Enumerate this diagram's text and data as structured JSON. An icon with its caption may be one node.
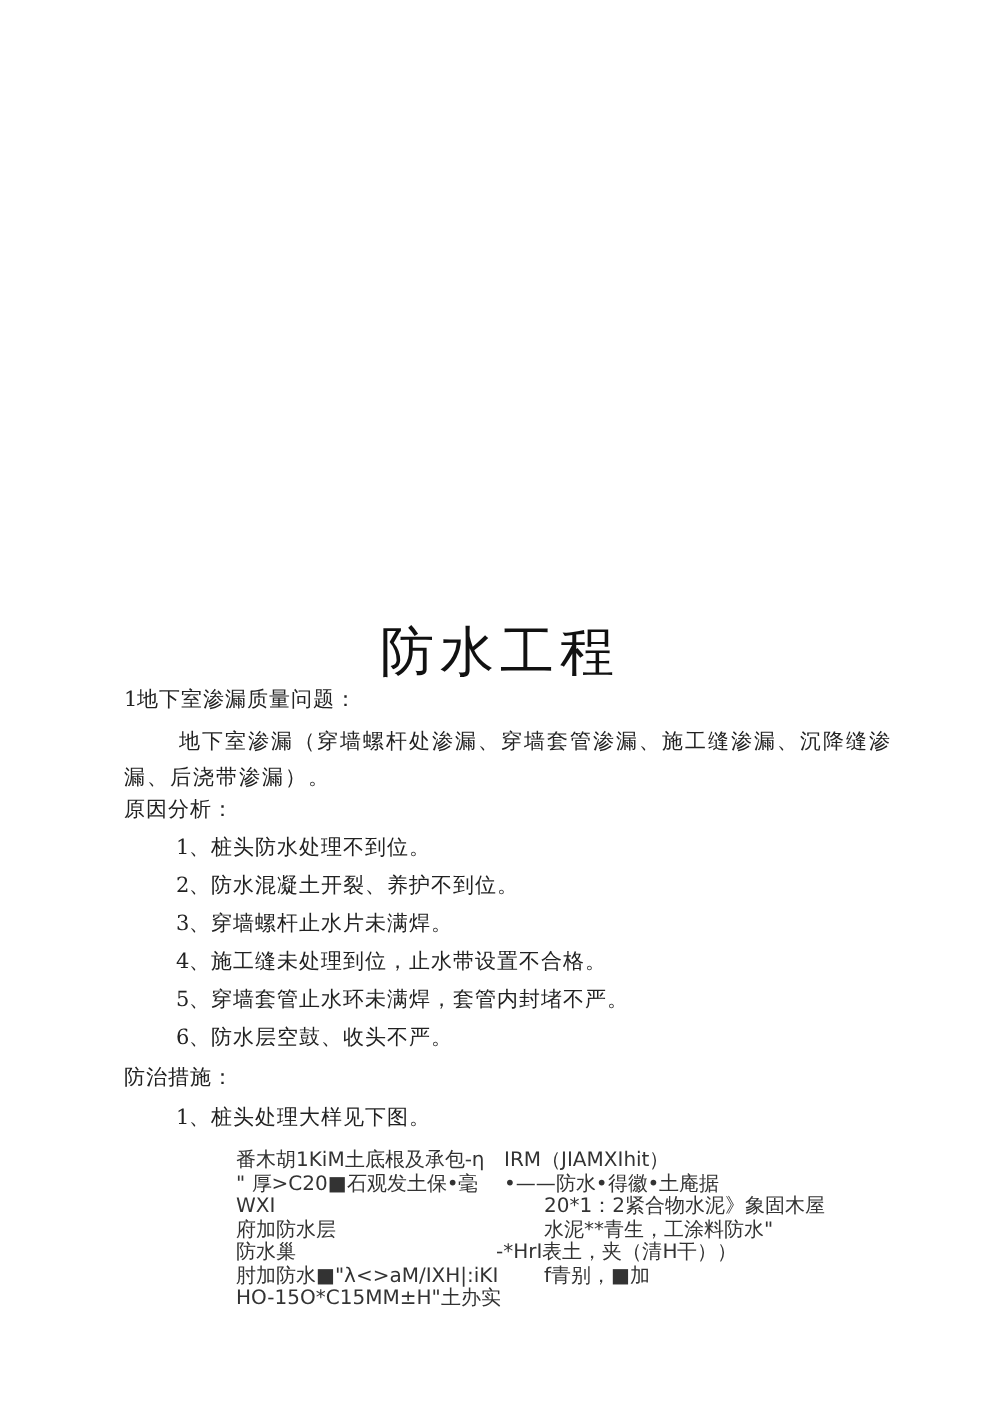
{
  "diagram": {
    "title": "防水工程",
    "labels": [
      "1地下室渗漏质量问题：",
      "地下室渗漏（穿墙螺杆处渗漏、穿墙套管渗漏、施工缝渗漏、沉降缝渗漏、后浇带渗漏）。",
      "原因分析：",
      "1、桩头防水处理不到位。",
      "2、防水混凝土开裂、养护不到位。",
      "3、穿墙螺杆止水片未满焊。",
      "4、施工缝未处理到位，止水带设置不合格。",
      "5、穿墙套管止水环未满焊，套管内封堵不严。",
      "6、防水层空鼓、收头不严。",
      "防治措施：",
      "1、桩头处理大样见下图。",
      "番木胡1KiM土底根及承包-η",
      "\" 厚>C20■石观发土保•毫",
      "WXI",
      "府加防水层",
      "防水巢",
      "肘加防水■\"λ<>aM/IXH|:iKI",
      "HO-15O*C15MM±H\"土办实",
      "IRM（JIAMXIhit）",
      "•——防水•得徽•土庵据",
      "20*1：2紧合物水泥》象固木屋",
      "水泥**青生，工涂料防水\"",
      "-*HrI表土，夹（清H干））",
      "f青别，■加"
    ]
  }
}
